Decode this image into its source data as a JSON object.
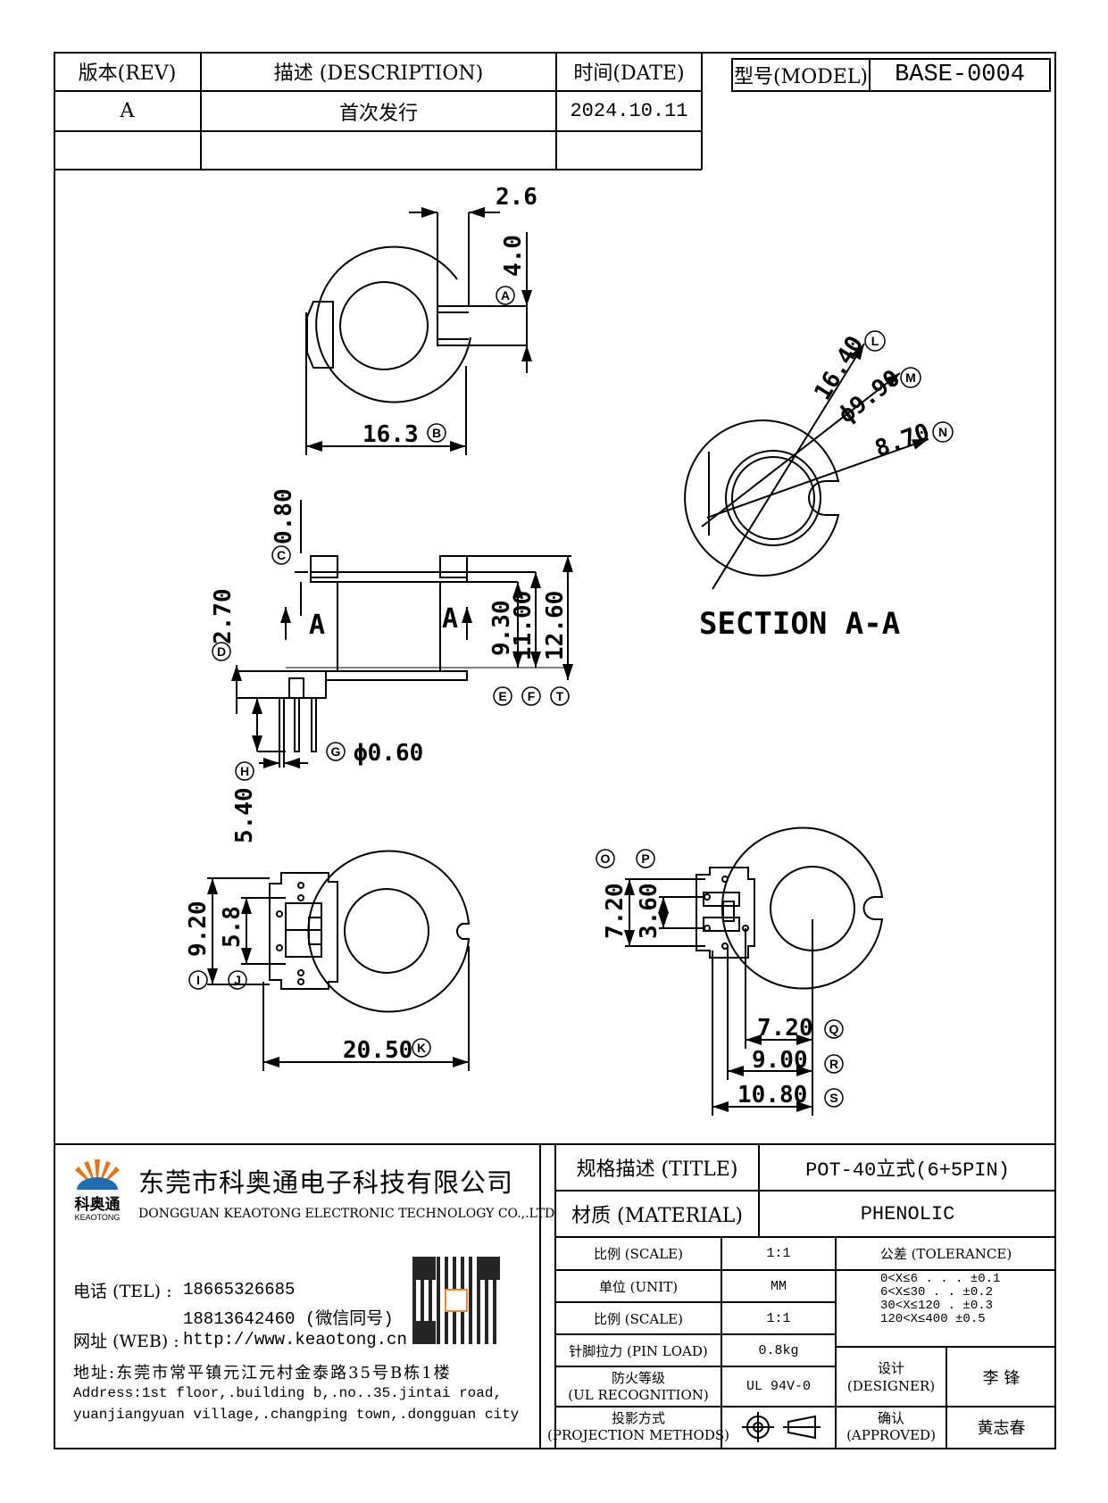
{
  "revision_table": {
    "headers": {
      "rev": "版本(REV)",
      "description": "描述 (DESCRIPTION)",
      "date": "时间(DATE)"
    },
    "rows": [
      {
        "rev": "A",
        "description": "首次发行",
        "date": "2024.10.11"
      },
      {
        "rev": "",
        "description": "",
        "date": ""
      }
    ]
  },
  "model": {
    "label": "型号(MODEL)",
    "value": "BASE-0004"
  },
  "drawing": {
    "top_view": {
      "dim_2_6": "2.6",
      "dim_4_0": "4.0",
      "dim_16_3": "16.3",
      "tag_A": "A",
      "tag_B": "B"
    },
    "section": {
      "title": "SECTION A-A",
      "dim_16_40": "16.40",
      "dim_9_90": "ϕ9.90",
      "dim_8_70": "8.70",
      "tag_L": "L",
      "tag_M": "M",
      "tag_N": "N"
    },
    "side_view": {
      "dim_0_80": "0.80",
      "dim_2_70": "2.70",
      "dim_9_30": "9.30",
      "dim_11_00": "11.00",
      "dim_12_60": "12.60",
      "dim_5_40": "5.40",
      "dim_pin": "ϕ0.60",
      "section_mark_left": "A",
      "section_mark_right": "A",
      "tag_C": "C",
      "tag_D": "D",
      "tag_E": "E",
      "tag_F": "F",
      "tag_T": "T",
      "tag_G": "G",
      "tag_H": "H"
    },
    "bottom_left_view": {
      "dim_9_20": "9.20",
      "dim_5_8": "5.8",
      "dim_20_50": "20.50",
      "tag_I": "I",
      "tag_J": "J",
      "tag_K": "K"
    },
    "bottom_right_view": {
      "dim_7_20_v": "7.20",
      "dim_3_60": "3.60",
      "dim_7_20_h": "7.20",
      "dim_9_00": "9.00",
      "dim_10_80": "10.80",
      "tag_O": "O",
      "tag_P": "P",
      "tag_Q": "Q",
      "tag_R": "R",
      "tag_S": "S"
    }
  },
  "company": {
    "logo_text": "科奥通",
    "logo_sub": "KEAOTONG",
    "name_cn": "东莞市科奥通电子科技有限公司",
    "name_en": "DONGGUAN KEAOTONG ELECTRONIC TECHNOLOGY CO.,.LTD",
    "tel_label": "电话 (TEL) :",
    "tel_1": "18665326685",
    "tel_2": "18813642460 (微信同号)",
    "web_label": "网址 (WEB) :",
    "web": "http://www.keaotong.cn",
    "address_cn": "地址:东莞市常平镇元江元村金泰路35号B栋1楼",
    "address_en_1": "Address:1st floor,.building b,.no..35.jintai road,",
    "address_en_2": "yuanjiangyuan village,.changping town,.dongguan city"
  },
  "title_block": {
    "title_label": "规格描述 (TITLE)",
    "title_value": "POT-40立式(6+5PIN)",
    "material_label": "材质 (MATERIAL)",
    "material_value": "PHENOLIC",
    "scale_label": "比例 (SCALE)",
    "scale_value": "1:1",
    "unit_label": "单位 (UNIT)",
    "unit_value": "MM",
    "scale2_label": "比例 (SCALE)",
    "scale2_value": "1:1",
    "pin_load_label": "针脚拉力 (PIN LOAD)",
    "pin_load_value": "0.8kg",
    "ul_label_1": "防火等级",
    "ul_label_2": "(UL RECOGNITION)",
    "ul_value": "UL 94V-0",
    "proj_label_1": "投影方式",
    "proj_label_2": "(PROJECTION METHODS)",
    "tolerance_label": "公差 (TOLERANCE)",
    "tolerance_rows": [
      "0<X≤6 . . . ±0.1",
      "6<X≤30 . . ±0.2",
      "30<X≤120 . ±0.3",
      "120<X≤400 ±0.5"
    ],
    "designer_label_1": "设计",
    "designer_label_2": "(DESIGNER)",
    "designer_value": "李 锋",
    "approved_label_1": "确认",
    "approved_label_2": "(APPROVED)",
    "approved_value": "黄志春"
  }
}
